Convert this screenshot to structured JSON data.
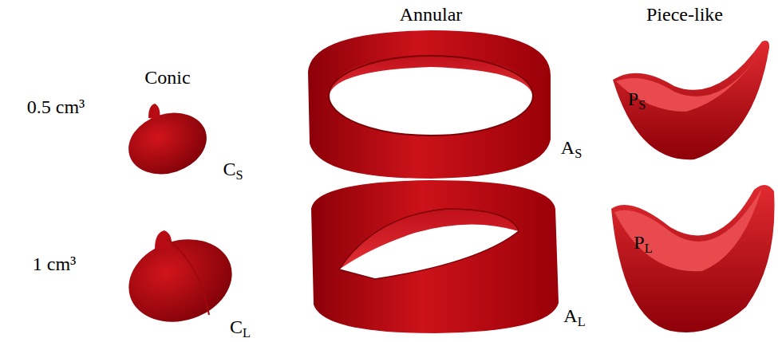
{
  "diagram": {
    "labels": [
      "Conic",
      "Annular",
      "Piece-like",
      "0.5 cm³",
      "1 cm³",
      "CS",
      "AS",
      "PS",
      "CL",
      "AL",
      "PL"
    ]
  }
}
